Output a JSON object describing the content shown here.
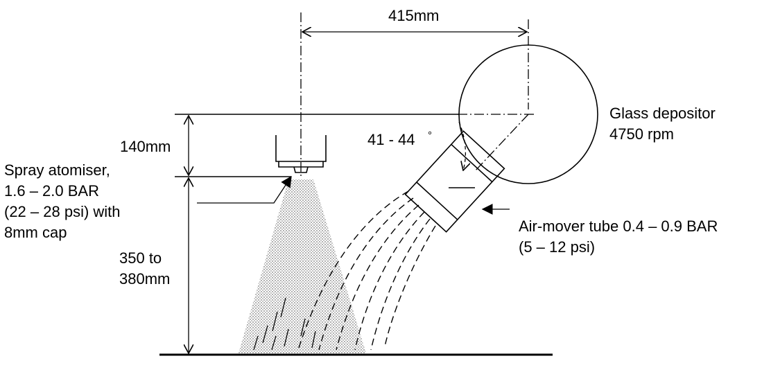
{
  "labels": {
    "width_dimension": "415mm",
    "height_dimension": "140mm",
    "distance_line1": "350 to",
    "distance_line2": "380mm",
    "angle": "41 - 44",
    "angle_unit": "°",
    "depositor_line1": "Glass depositor",
    "depositor_line2": "4750 rpm",
    "atomiser_line1": "Spray atomiser,",
    "atomiser_line2": "1.6 – 2.0 BAR",
    "atomiser_line3": "(22 – 28 psi) with",
    "atomiser_line4": "8mm cap",
    "airmover_line1": "Air-mover tube 0.4 – 0.9 BAR",
    "airmover_line2": "(5 – 12 psi)"
  },
  "colors": {
    "line": "#000000",
    "spray_fill": "#b8b8b8",
    "background": "#ffffff"
  }
}
